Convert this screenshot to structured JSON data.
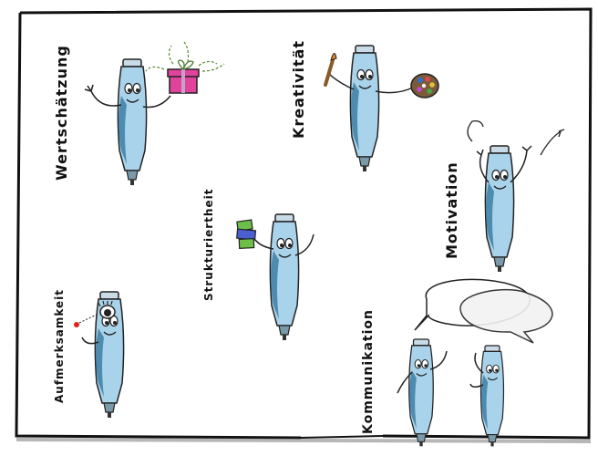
{
  "labels": {
    "wertschaetzung": "Wertschätzung",
    "kreativitaet": "Kreativität",
    "motivation": "Motivation",
    "strukturiertheit": "Strukturiertheit",
    "aufmerksamkeit": "Aufmerksamkeit",
    "kommunikation": "Kommunikation"
  },
  "colors": {
    "pen_body": "#a9d3ea",
    "pen_shade": "#3d7fa6",
    "pen_cap": "#c8dbe6",
    "gift": "#e0439b",
    "palette": "#7b5a3a",
    "frame": "#111111"
  },
  "icons": [
    "pen-character",
    "gift-icon",
    "paintbrush-icon",
    "palette-icon",
    "eye-icon",
    "speech-bubble-icon",
    "stacked-blocks-icon"
  ]
}
